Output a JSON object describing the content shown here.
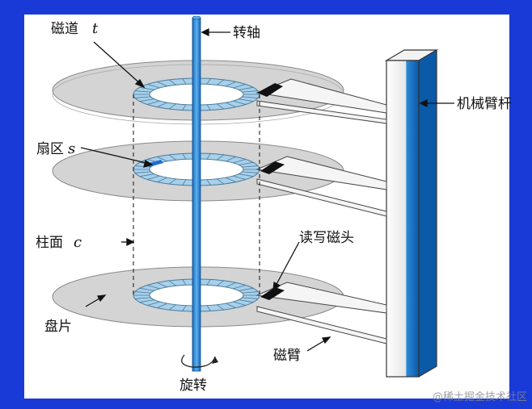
{
  "labels": {
    "track": "磁道",
    "track_var": "t",
    "spindle": "转轴",
    "sector": "扇区",
    "sector_var": "s",
    "arm_assembly": "机械臂杆",
    "cylinder": "柱面",
    "cylinder_var": "c",
    "rw_head": "读写磁头",
    "platter": "盘片",
    "arm": "磁臂",
    "rotation": "旋转"
  },
  "watermark": "@稀土掘金技术社区",
  "colors": {
    "background": "#1a3ad8",
    "platter": "#d4d4d4",
    "track_ring": "#a8d0ea",
    "spindle": "#2a8ad8",
    "sector_highlight": "#1f6fd0",
    "head": "#111111"
  }
}
